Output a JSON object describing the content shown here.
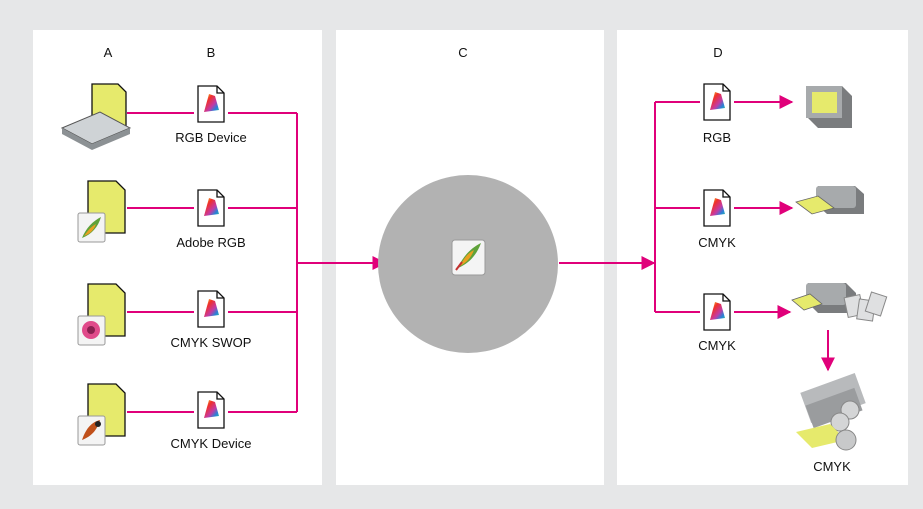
{
  "columns": {
    "a": "A",
    "b": "B",
    "c": "C",
    "d": "D"
  },
  "profiles_in": [
    "RGB Device",
    "Adobe RGB",
    "CMYK SWOP",
    "CMYK Device"
  ],
  "profiles_out": [
    "RGB",
    "CMYK",
    "CMYK"
  ],
  "press_output": "CMYK",
  "colors": {
    "background": "#e6e7e8",
    "panel": "#ffffff",
    "connector": "#e0007a",
    "circle": "#b2b2b2",
    "document": "#e6ea6c"
  },
  "icons": {
    "sources": [
      "scanner-icon",
      "feather-document-icon",
      "flower-document-icon",
      "bird-document-icon"
    ],
    "outputs": [
      "monitor-icon",
      "printer-icon",
      "desktop-press-icon",
      "press-rollers-icon"
    ]
  }
}
